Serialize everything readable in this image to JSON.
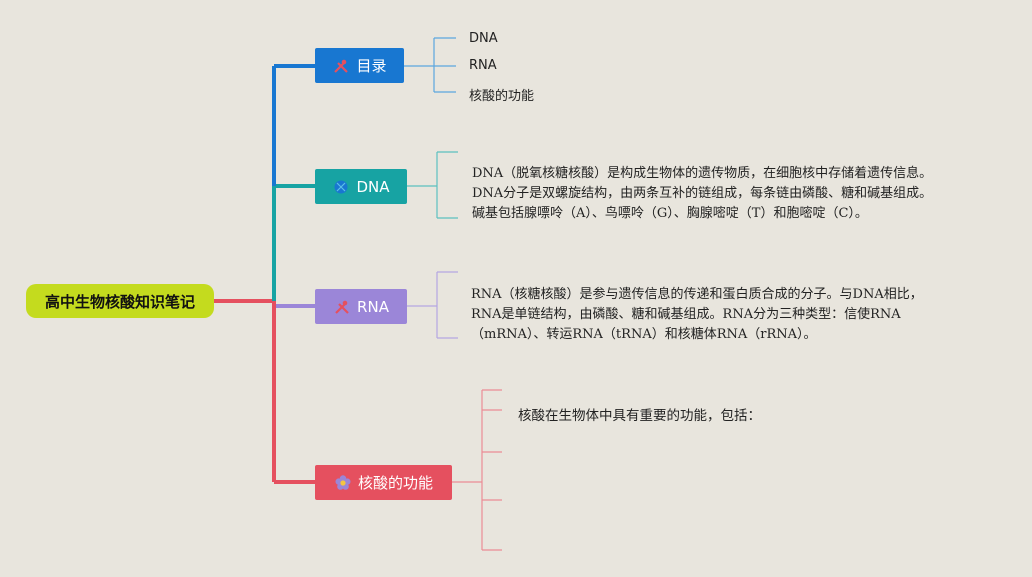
{
  "root": {
    "label": "高中生物核酸知识笔记",
    "color": "#c4db1e"
  },
  "branches": [
    {
      "label": "目录",
      "color": "#1877d1",
      "icon": "tools-icon",
      "children": [
        "DNA",
        "RNA",
        "核酸的功能"
      ]
    },
    {
      "label": "DNA",
      "color": "#17a3a3",
      "icon": "dna-icon",
      "lines": [
        "DNA（脱氧核糖核酸）是构成生物体的遗传物质，在细胞核中存储着遗传信息。",
        "DNA分子是双螺旋结构，由两条互补的链组成，每条链由磷酸、糖和碱基组成。",
        "碱基包括腺嘌呤（A）、鸟嘌呤（G）、胸腺嘧啶（T）和胞嘧啶（C）。"
      ]
    },
    {
      "label": "RNA",
      "color": "#9b86d8",
      "icon": "tools-icon",
      "lines": [
        "RNA（核糖核酸）是参与遗传信息的传递和蛋白质合成的分子。与DNA相比，",
        "RNA是单链结构，由磷酸、糖和碱基组成。RNA分为三种类型：信使RNA",
        "（mRNA）、转运RNA（tRNA）和核糖体RNA（rRNA）。"
      ]
    },
    {
      "label": "核酸的功能",
      "color": "#e5505f",
      "icon": "flower-icon",
      "intro": "核酸在生物体中具有重要的功能，包括："
    }
  ]
}
